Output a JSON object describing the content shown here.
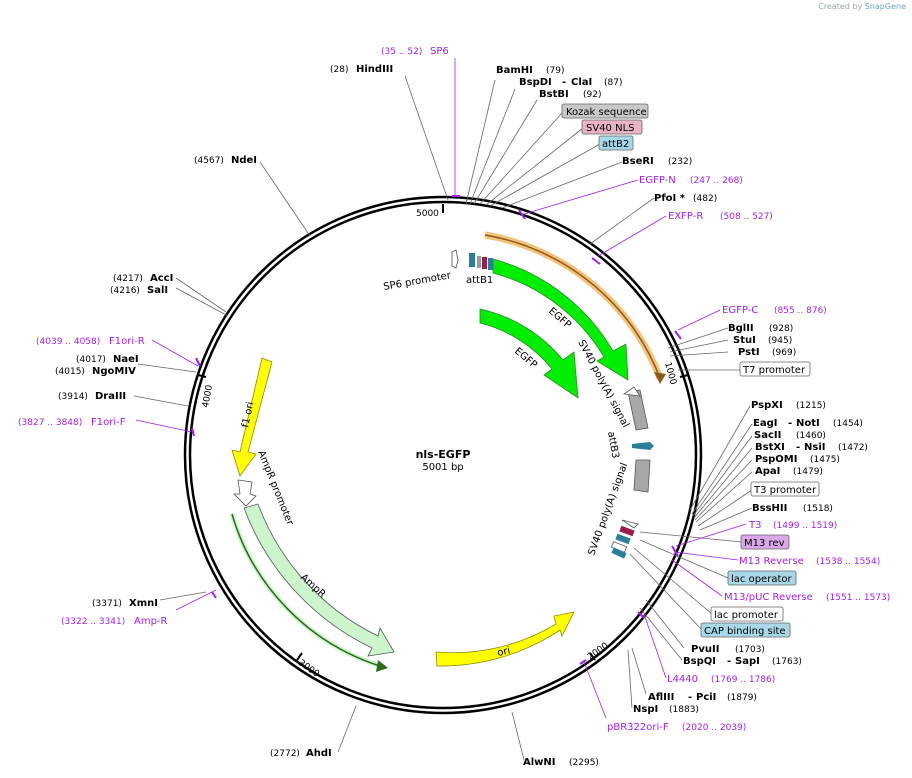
{
  "credit": {
    "created_by": "Created by",
    "brand": "SnapGene"
  },
  "plasmid": {
    "name": "nls-EGFP",
    "size": "5001 bp"
  },
  "ticks": [
    "5000",
    "1000",
    "2000",
    "3000",
    "4000"
  ],
  "sites": [
    {
      "name": "HindIII",
      "pos": "(28)"
    },
    {
      "name": "BamHI",
      "pos": "(79)"
    },
    {
      "name": "BspDI",
      "pos": ""
    },
    {
      "name": "ClaI",
      "pos": "(87)"
    },
    {
      "name": "BstBI",
      "pos": "(92)"
    },
    {
      "name": "BseRI",
      "pos": "(232)"
    },
    {
      "name": "PfoI *",
      "pos": "(482)"
    },
    {
      "name": "BglII",
      "pos": "(928)"
    },
    {
      "name": "StuI",
      "pos": "(945)"
    },
    {
      "name": "PstI",
      "pos": "(969)"
    },
    {
      "name": "PspXI",
      "pos": "(1215)"
    },
    {
      "name": "EagI",
      "pos": ""
    },
    {
      "name": "NotI",
      "pos": "(1454)"
    },
    {
      "name": "SacII",
      "pos": "(1460)"
    },
    {
      "name": "BstXI",
      "pos": ""
    },
    {
      "name": "NsiI",
      "pos": "(1472)"
    },
    {
      "name": "PspOMI",
      "pos": "(1475)"
    },
    {
      "name": "ApaI",
      "pos": "(1479)"
    },
    {
      "name": "BssHII",
      "pos": "(1518)"
    },
    {
      "name": "PvuII",
      "pos": "(1703)"
    },
    {
      "name": "BspQI",
      "pos": ""
    },
    {
      "name": "SapI",
      "pos": "(1763)"
    },
    {
      "name": "AflIII",
      "pos": ""
    },
    {
      "name": "PciI",
      "pos": "(1879)"
    },
    {
      "name": "NspI",
      "pos": "(1883)"
    },
    {
      "name": "AlwNI",
      "pos": "(2295)"
    },
    {
      "name": "AhdI",
      "pos": "(2772)"
    },
    {
      "name": "XmnI",
      "pos": "(3371)"
    },
    {
      "name": "DraIII",
      "pos": "(3914)"
    },
    {
      "name": "NgoMIV",
      "pos": "(4015)"
    },
    {
      "name": "NaeI",
      "pos": "(4017)"
    },
    {
      "name": "SalI",
      "pos": "(4216)"
    },
    {
      "name": "AccI",
      "pos": "(4217)"
    },
    {
      "name": "NdeI",
      "pos": "(4567)"
    }
  ],
  "primers": [
    {
      "name": "SP6",
      "pos": "(35 .. 52)"
    },
    {
      "name": "EGFP-N",
      "pos": "(247 .. 268)"
    },
    {
      "name": "EXFP-R",
      "pos": "(508 .. 527)"
    },
    {
      "name": "EGFP-C",
      "pos": "(855 .. 876)"
    },
    {
      "name": "T3",
      "pos": "(1499 .. 1519)"
    },
    {
      "name": "M13 Reverse",
      "pos": "(1538 .. 1554)"
    },
    {
      "name": "M13/pUC Reverse",
      "pos": "(1551 .. 1573)"
    },
    {
      "name": "L4440",
      "pos": "(1769 .. 1786)"
    },
    {
      "name": "pBR322ori-F",
      "pos": "(2020 .. 2039)"
    },
    {
      "name": "Amp-R",
      "pos": "(3322 .. 3341)"
    },
    {
      "name": "F1ori-F",
      "pos": "(3827 .. 3848)"
    },
    {
      "name": "F1ori-R",
      "pos": "(4039 .. 4058)"
    }
  ],
  "boxed": [
    {
      "name": "Kozak sequence",
      "color": "#c8c8c8"
    },
    {
      "name": "SV40 NLS",
      "color": "#e8b3c8"
    },
    {
      "name": "attB2",
      "color": "#a8d8e8"
    },
    {
      "name": "T7 promoter",
      "color": "#ffffff"
    },
    {
      "name": "T3 promoter",
      "color": "#ffffff"
    },
    {
      "name": "M13 rev",
      "color": "#d8a8e8"
    },
    {
      "name": "lac operator",
      "color": "#a8d8e8"
    },
    {
      "name": "lac promoter",
      "color": "#ffffff"
    },
    {
      "name": "CAP binding site",
      "color": "#a8d8e8"
    }
  ],
  "features": [
    "SP6 promoter",
    "attB1",
    "EGFP",
    "EGFP",
    "SV40 poly(A) signal",
    "attB3",
    "SV40 poly(A) signal",
    "f1 ori",
    "AmpR promoter",
    "AmpR",
    "ori"
  ],
  "colors": {
    "egfp": "#00ee00",
    "ori": "#ffff00",
    "ampr": "#ccf5cc",
    "polyA": "#a8a8a8",
    "attB": "#2a7f9a",
    "nls": "#9b1d50",
    "orange": "#f5c27a",
    "primer": "#a020f0"
  }
}
